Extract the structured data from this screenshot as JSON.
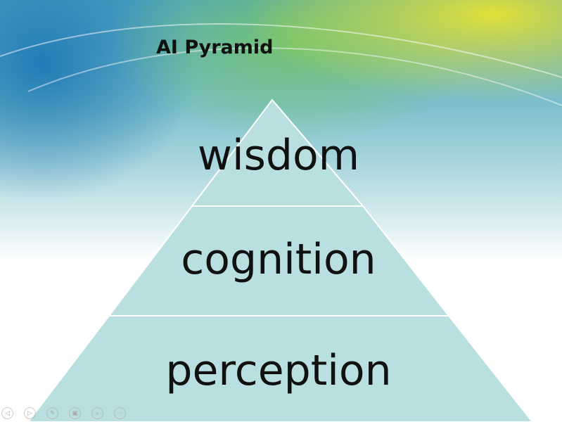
{
  "slide": {
    "title": "AI Pyramid",
    "levels": [
      {
        "label": "wisdom"
      },
      {
        "label": "cognition"
      },
      {
        "label": "perception"
      }
    ],
    "fill_color": "#b9dfe0"
  },
  "controls": [
    {
      "icon": "previous-icon",
      "glyph": "◁"
    },
    {
      "icon": "next-icon",
      "glyph": "▷"
    },
    {
      "icon": "pen-icon",
      "glyph": "✎"
    },
    {
      "icon": "slides-icon",
      "glyph": "▣"
    },
    {
      "icon": "zoom-icon",
      "glyph": "⌕"
    },
    {
      "icon": "more-icon",
      "glyph": "⋯"
    }
  ]
}
